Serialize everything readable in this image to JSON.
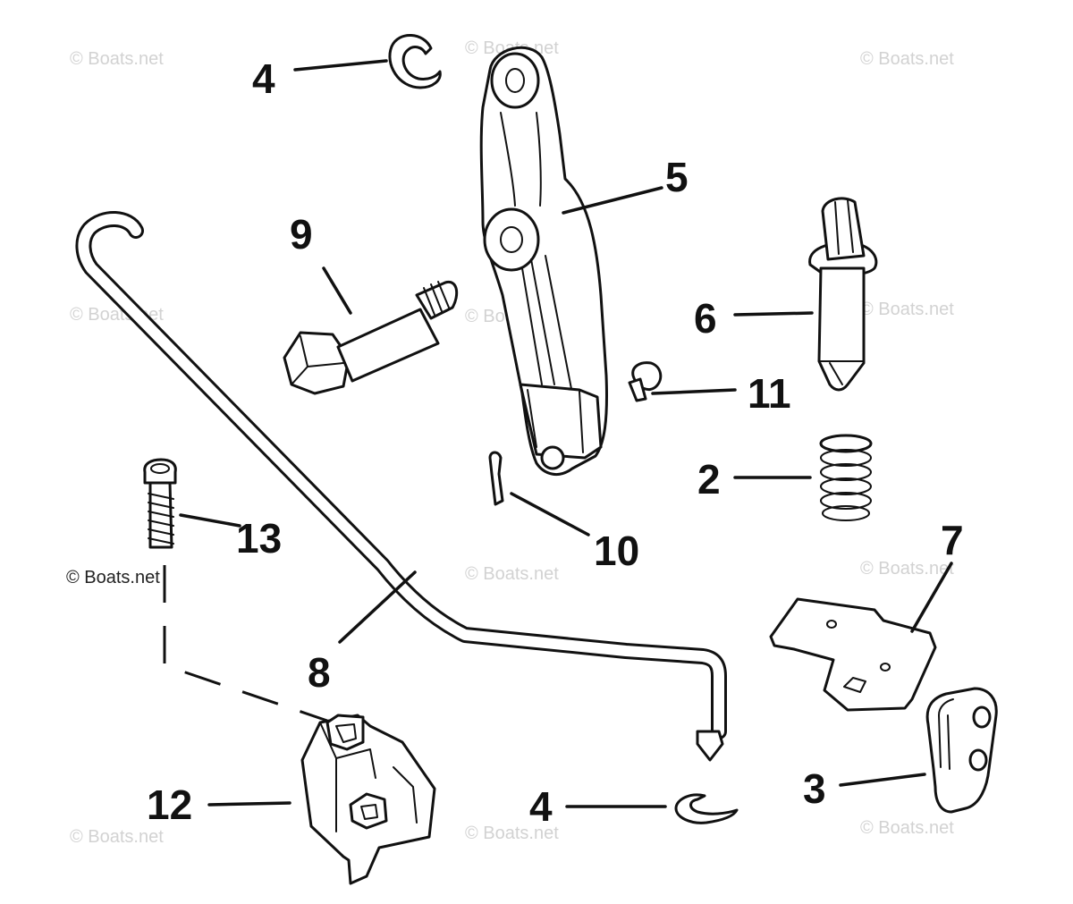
{
  "diagram": {
    "watermark": "© Boats.net",
    "callouts": {
      "c2": "2",
      "c3": "3",
      "c4_top": "4",
      "c4_bottom": "4",
      "c5": "5",
      "c6": "6",
      "c7": "7",
      "c8": "8",
      "c9": "9",
      "c10": "10",
      "c11": "11",
      "c12": "12",
      "c13": "13"
    }
  }
}
